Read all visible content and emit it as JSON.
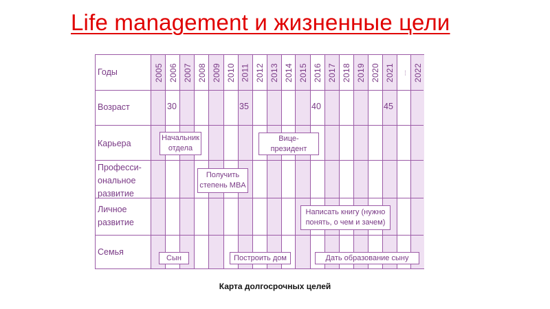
{
  "title": "Life management и жизненные цели",
  "caption": "Карта долгосрочных целей",
  "colors": {
    "title": "#e00000",
    "grid_line": "#9b5aa6",
    "text": "#7a3a86",
    "column_shade": "#efe0f2"
  },
  "table": {
    "header_label": "Годы",
    "years": [
      "2005",
      "2006",
      "2007",
      "2008",
      "2009",
      "2010",
      "2011",
      "2012",
      "2013",
      "2014",
      "2015",
      "2016",
      "2017",
      "2018",
      "2019",
      "2020",
      "2021",
      "...",
      "2022"
    ],
    "shaded_columns": [
      "2005",
      "2007",
      "2009",
      "2011",
      "2013",
      "2015",
      "2017",
      "2019",
      "2021",
      "2022"
    ],
    "rows": [
      {
        "label": "Возраст"
      },
      {
        "label": "Карьера"
      },
      {
        "label": "Профессиональное развитие",
        "label_lines": [
          "Професси-",
          "ональное",
          "развитие"
        ]
      },
      {
        "label": "Личное развитие",
        "label_lines": [
          "Личное",
          "развитие"
        ]
      },
      {
        "label": "Семья"
      }
    ],
    "ages": [
      {
        "year": "2006",
        "value": "30"
      },
      {
        "year": "2011",
        "value": "35"
      },
      {
        "year": "2016",
        "value": "40"
      },
      {
        "year": "2021",
        "value": "45"
      }
    ],
    "goals": {
      "career": [
        {
          "text_lines": [
            "Начальник",
            "отдела"
          ],
          "text": "Начальник отдела"
        },
        {
          "text_lines": [
            "Вице-",
            "президент"
          ],
          "text": "Вице-президент"
        }
      ],
      "professional": [
        {
          "text_lines": [
            "Получить",
            "степень MBA"
          ],
          "text": "Получить степень MBA"
        }
      ],
      "personal": [
        {
          "text_lines": [
            "Написать книгу (нужно",
            "понять, о чем и зачем)"
          ],
          "text": "Написать книгу (нужно понять, о чем и зачем)"
        }
      ],
      "family": [
        {
          "text": "Сын"
        },
        {
          "text": "Построить дом"
        },
        {
          "text": "Дать образование сыну"
        }
      ]
    }
  }
}
